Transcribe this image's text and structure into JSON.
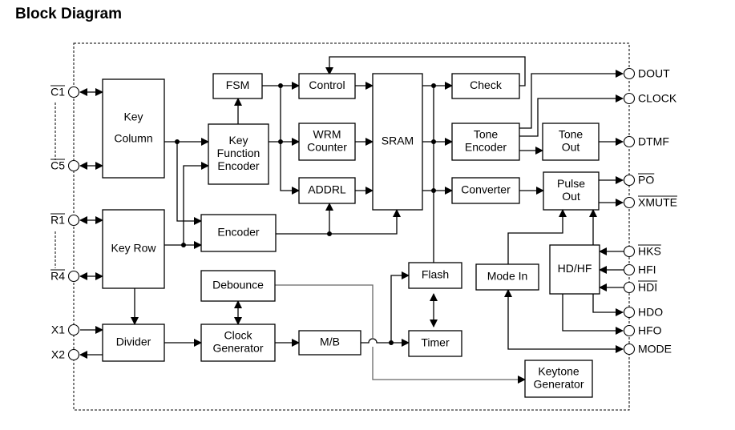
{
  "title": "Block Diagram",
  "blocks": {
    "key_column": [
      "Key",
      "Column"
    ],
    "key_row": [
      "Key Row"
    ],
    "divider": [
      "Divider"
    ],
    "fsm": [
      "FSM"
    ],
    "key_function_encoder": [
      "Key",
      "Function",
      "Encoder"
    ],
    "encoder": [
      "Encoder"
    ],
    "debounce": [
      "Debounce"
    ],
    "clock_generator": [
      "Clock",
      "Generator"
    ],
    "mb": [
      "M/B"
    ],
    "control": [
      "Control"
    ],
    "wrm_counter": [
      "WRM",
      "Counter"
    ],
    "addrl": [
      "ADDRL"
    ],
    "sram": [
      "SRAM"
    ],
    "flash": [
      "Flash"
    ],
    "timer": [
      "Timer"
    ],
    "check": [
      "Check"
    ],
    "tone_encoder": [
      "Tone",
      "Encoder"
    ],
    "converter": [
      "Converter"
    ],
    "tone_out": [
      "Tone",
      "Out"
    ],
    "pulse_out": [
      "Pulse",
      "Out"
    ],
    "mode_in": [
      "Mode In"
    ],
    "hd_hf": [
      "HD/HF"
    ],
    "keytone_generator": [
      "Keytone",
      "Generator"
    ]
  },
  "left_pins": [
    {
      "id": "c1",
      "label": "C1",
      "overbar": true
    },
    {
      "id": "c5",
      "label": "C5",
      "overbar": true
    },
    {
      "id": "r1",
      "label": "R1",
      "overbar": true
    },
    {
      "id": "r4",
      "label": "R4",
      "overbar": true
    },
    {
      "id": "x1",
      "label": "X1",
      "overbar": false
    },
    {
      "id": "x2",
      "label": "X2",
      "overbar": false
    }
  ],
  "right_pins": [
    {
      "id": "dout",
      "label": "DOUT",
      "overbar": false
    },
    {
      "id": "clock",
      "label": "CLOCK",
      "overbar": false
    },
    {
      "id": "dtmf",
      "label": "DTMF",
      "overbar": false
    },
    {
      "id": "po",
      "label": "PO",
      "overbar": true
    },
    {
      "id": "xmute",
      "label": "XMUTE",
      "overbar": true
    },
    {
      "id": "hks",
      "label": "HKS",
      "overbar": true
    },
    {
      "id": "hfi",
      "label": "HFI",
      "overbar": false
    },
    {
      "id": "hdi",
      "label": "HDI",
      "overbar": true
    },
    {
      "id": "hdo",
      "label": "HDO",
      "overbar": false
    },
    {
      "id": "hfo",
      "label": "HFO",
      "overbar": false
    },
    {
      "id": "mode",
      "label": "MODE",
      "overbar": false
    }
  ]
}
